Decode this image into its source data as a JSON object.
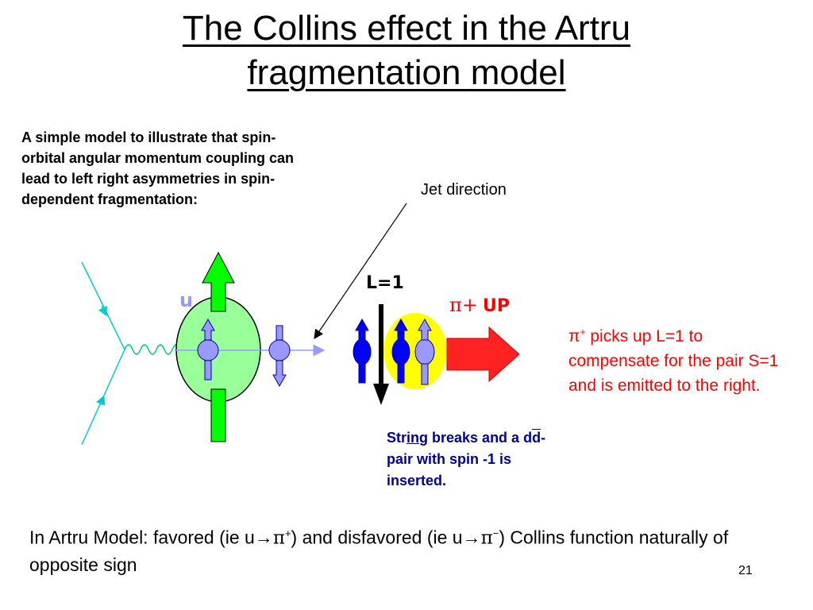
{
  "slide": {
    "title_line1": "The Collins effect in the Artru",
    "title_line2": "fragmentation model",
    "intro": "A simple model to illustrate that spin-orbital angular momentum coupling can lead to left right asymmetries in spin-dependent fragmentation:",
    "jet_direction": "Jet direction",
    "quark_label": "u",
    "orbital_label": "L=1",
    "pion_symbol": "π+",
    "pion_direction": "UP",
    "side_note": {
      "pi": "π",
      "sup": "+",
      "text": " picks up L=1 to compensate for the pair S=1 and is emitted to the right."
    },
    "string_note": {
      "p1": "Str",
      "p2": "in",
      "p3": "g breaks and a d",
      "p4": "d",
      "p5": "-pair with spin -1 is inserted."
    },
    "bottom": {
      "a": "In Artru Model: favored (ie u",
      "arrow": "→",
      "pi1": "π",
      "sup1": "+",
      "b": ") and disfavored (ie u",
      "pi2": "π",
      "sup2": "−",
      "c": ") Collins function naturally of opposite sign"
    },
    "page_number": "21"
  },
  "colors": {
    "green": "#00ff00",
    "light_green": "#99ff99",
    "blue": "#0000ff",
    "light_blue": "#9999ff",
    "yellow": "#ffff00",
    "red": "#ff0000",
    "cyan": "#00cccc",
    "navy": "#000099"
  }
}
